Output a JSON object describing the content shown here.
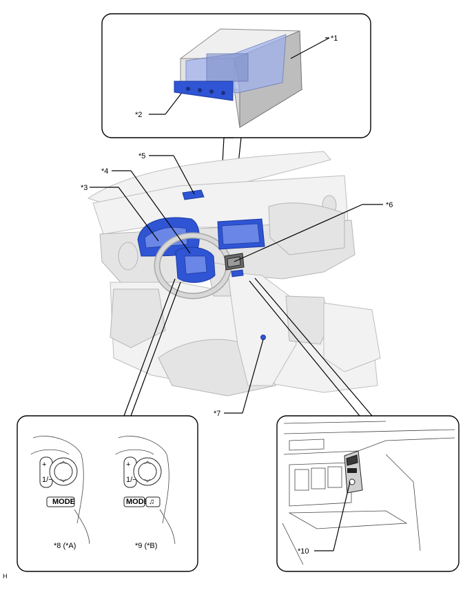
{
  "labels": {
    "l1": "*1",
    "l2": "*2",
    "l3": "*3",
    "l4": "*4",
    "l5": "*5",
    "l6": "*6",
    "l7": "*7",
    "l8": "*8 (*A)",
    "l9": "*9 (*B)",
    "l10": "*10"
  },
  "buttons": {
    "mode_a": "MODE",
    "mode_b": "MODE",
    "plus_a": "+",
    "plus_b": "+"
  },
  "corner": "H",
  "colors": {
    "component": "#2f55d4",
    "vehicle": "#f2f2f2"
  }
}
